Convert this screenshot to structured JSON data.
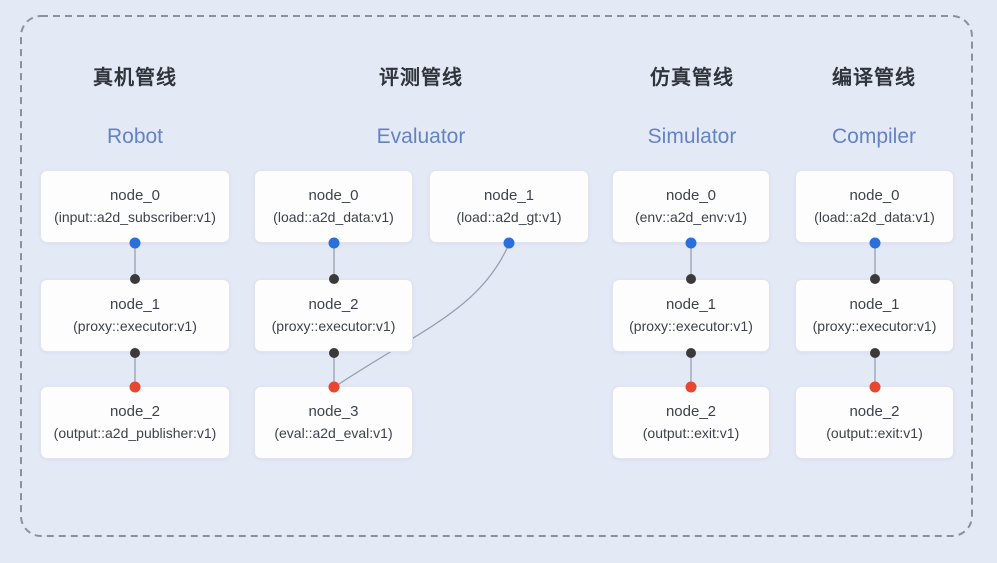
{
  "colors": {
    "background": "#e4e9f6",
    "dashed_border": "#8b919d",
    "box_bg": "#fdfdfe",
    "box_border": "#e0e4ed",
    "title_cn": "#30353c",
    "title_en": "#6383c4",
    "edge": "#98a1af",
    "port_source_blue": "#2b6fdb",
    "port_mid_black": "#3a3a3a",
    "port_sink_red": "#ea4530"
  },
  "pipelines": [
    {
      "id": "robot",
      "title_cn": "真机管线",
      "title_en": "Robot",
      "nodes": [
        {
          "name": "node_0",
          "type": "(input::a2d_subscriber:v1)"
        },
        {
          "name": "node_1",
          "type": "(proxy::executor:v1)"
        },
        {
          "name": "node_2",
          "type": "(output::a2d_publisher:v1)"
        }
      ],
      "edges": [
        {
          "from": "node_0",
          "to": "node_1"
        },
        {
          "from": "node_1",
          "to": "node_2"
        }
      ]
    },
    {
      "id": "evaluator",
      "title_cn": "评测管线",
      "title_en": "Evaluator",
      "nodes": [
        {
          "name": "node_0",
          "type": "(load::a2d_data:v1)"
        },
        {
          "name": "node_1",
          "type": "(load::a2d_gt:v1)"
        },
        {
          "name": "node_2",
          "type": "(proxy::executor:v1)"
        },
        {
          "name": "node_3",
          "type": "(eval::a2d_eval:v1)"
        }
      ],
      "edges": [
        {
          "from": "node_0",
          "to": "node_2"
        },
        {
          "from": "node_1",
          "to": "node_3"
        },
        {
          "from": "node_2",
          "to": "node_3"
        }
      ]
    },
    {
      "id": "simulator",
      "title_cn": "仿真管线",
      "title_en": "Simulator",
      "nodes": [
        {
          "name": "node_0",
          "type": "(env::a2d_env:v1)"
        },
        {
          "name": "node_1",
          "type": "(proxy::executor:v1)"
        },
        {
          "name": "node_2",
          "type": "(output::exit:v1)"
        }
      ],
      "edges": [
        {
          "from": "node_0",
          "to": "node_1"
        },
        {
          "from": "node_1",
          "to": "node_2"
        }
      ]
    },
    {
      "id": "compiler",
      "title_cn": "编译管线",
      "title_en": "Compiler",
      "nodes": [
        {
          "name": "node_0",
          "type": "(load::a2d_data:v1)"
        },
        {
          "name": "node_1",
          "type": "(proxy::executor:v1)"
        },
        {
          "name": "node_2",
          "type": "(output::exit:v1)"
        }
      ],
      "edges": [
        {
          "from": "node_0",
          "to": "node_1"
        },
        {
          "from": "node_1",
          "to": "node_2"
        }
      ]
    }
  ]
}
